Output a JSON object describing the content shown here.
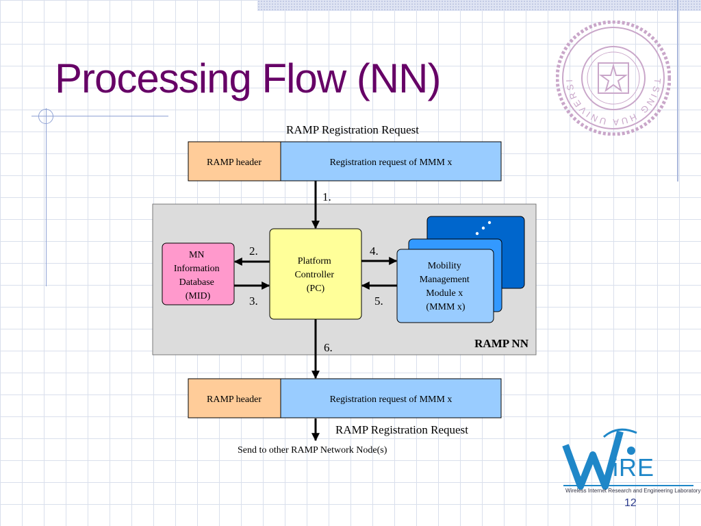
{
  "slide": {
    "title": "Processing Flow (NN)",
    "page_number": "12"
  },
  "diagram": {
    "top_caption": "RAMP Registration Request",
    "top_packet": {
      "header": "RAMP header",
      "payload": "Registration request of MMM x"
    },
    "nn_label": "RAMP NN",
    "mid_box": [
      "MN",
      "Information",
      "Database",
      "(MID)"
    ],
    "pc_box": [
      "Platform",
      "Controller",
      "(PC)"
    ],
    "mmm_box": [
      "Mobility",
      "Management",
      "Module x",
      "(MMM x)"
    ],
    "steps": {
      "s1": "1.",
      "s2": "2.",
      "s3": "3.",
      "s4": "4.",
      "s5": "5.",
      "s6": "6."
    },
    "bottom_packet": {
      "header": "RAMP header",
      "payload": "Registration request of MMM x"
    },
    "bottom_caption": "RAMP Registration Request",
    "send_caption": "Send to other RAMP Network Node(s)"
  },
  "logo": {
    "letters_w": "W",
    "letters_rest": "iRE",
    "subtitle": "Wireless Internet Research and Engineering Laboratory"
  },
  "seal": {
    "text": "TSING HUA UNIVERSITY"
  },
  "colors": {
    "title": "#660066",
    "header_fill": "#ffcc99",
    "payload_fill": "#99ccff",
    "nn_fill": "#dcdcdc",
    "mid_fill": "#ff99cc",
    "pc_fill": "#ffff99",
    "mmm_fill": "#99ccff",
    "mmm_back_fill": "#0066cc",
    "logo_blue": "#1f87c8"
  }
}
